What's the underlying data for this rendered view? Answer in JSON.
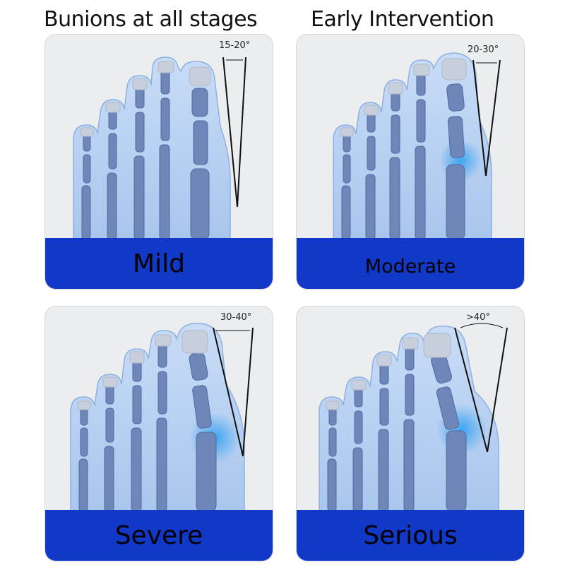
{
  "headings": {
    "left": "Bunions at all stages",
    "right": "Early Intervention"
  },
  "cards": [
    {
      "stage": "Mild",
      "angle": "15-20°"
    },
    {
      "stage": "Moderate",
      "angle": "20-30°"
    },
    {
      "stage": "Severe",
      "angle": "30-40°"
    },
    {
      "stage": "Serious",
      "angle": ">40°"
    }
  ],
  "colors": {
    "band": "#1238c8",
    "skin": "#b9d3f3",
    "bone": "#6f86b8",
    "inflammation": "#2fa0f0"
  }
}
